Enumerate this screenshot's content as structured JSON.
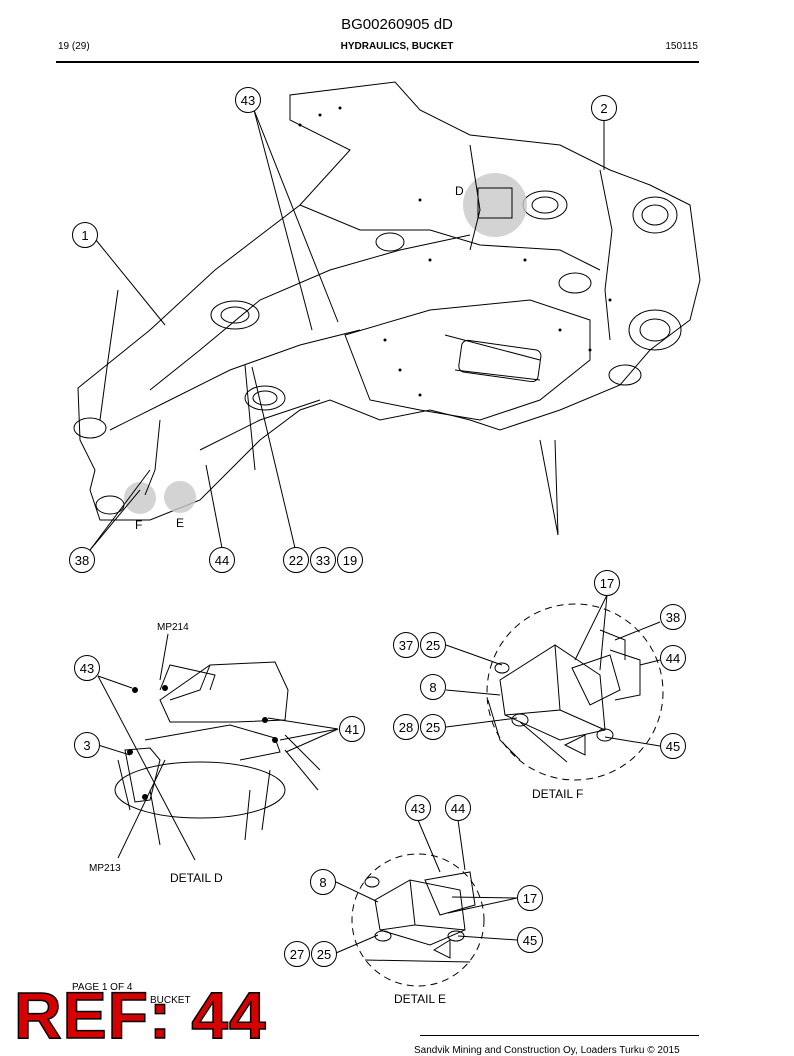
{
  "document": {
    "id": "BG00260905 dD",
    "page": "19 (29)",
    "section": "HYDRAULICS, BUCKET",
    "code": "150115"
  },
  "main_callouts": {
    "c43": "43",
    "c2": "2",
    "c1": "1",
    "c38": "38",
    "c44": "44",
    "c22": "22",
    "c33": "33",
    "c19": "19"
  },
  "main_labels": {
    "D": "D",
    "F": "F",
    "E": "E"
  },
  "detail_d": {
    "caption": "DETAIL D",
    "mp214": "MP214",
    "mp213": "MP213",
    "c43": "43",
    "c3": "3",
    "c41": "41"
  },
  "detail_f": {
    "caption": "DETAIL F",
    "c17": "17",
    "c38": "38",
    "c44": "44",
    "c37": "37",
    "c25a": "25",
    "c8": "8",
    "c28": "28",
    "c25b": "25",
    "c45": "45"
  },
  "detail_e": {
    "caption": "DETAIL E",
    "c43": "43",
    "c44": "44",
    "c8": "8",
    "c17": "17",
    "c27": "27",
    "c25": "25",
    "c45": "45"
  },
  "footer": {
    "page_of": "PAGE 1 OF 4",
    "title_fragment": "BUCKET",
    "ref": "REF: 44",
    "copyright": "Sandvik Mining and Construction Oy, Loaders Turku © 2015"
  }
}
